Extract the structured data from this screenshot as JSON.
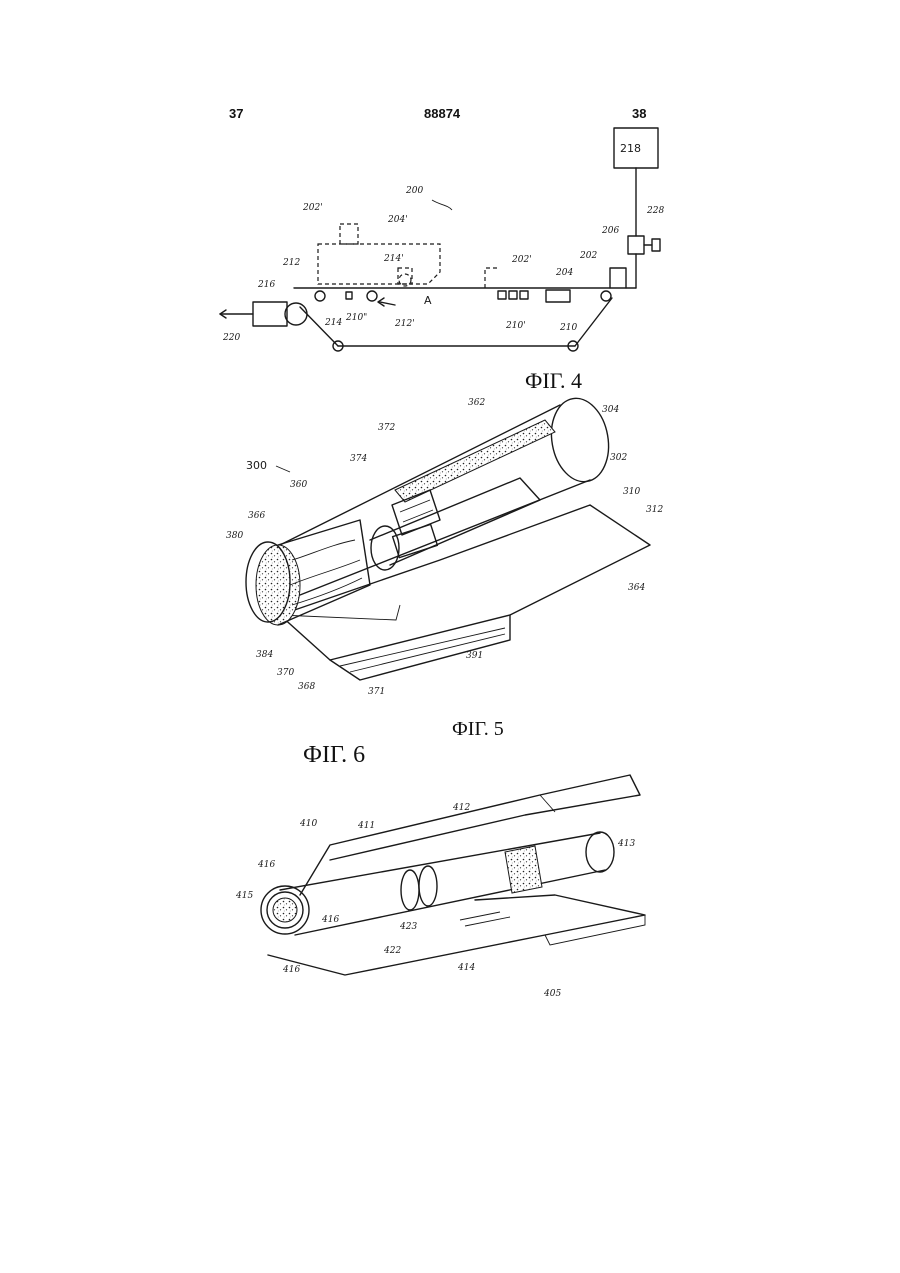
{
  "header": {
    "left_page": "37",
    "doc_number": "88874",
    "right_page": "38"
  },
  "figures": [
    {
      "caption": "ФІГ. 4",
      "labels": [
        "200",
        "202",
        "202'",
        "202'",
        "204",
        "204'",
        "206",
        "210",
        "210'",
        "210\"",
        "212",
        "212'",
        "214",
        "214'",
        "216",
        "218",
        "220",
        "228",
        "A"
      ]
    },
    {
      "caption": "ФІГ. 5",
      "labels": [
        "300",
        "302",
        "304",
        "310",
        "312",
        "360",
        "362",
        "364",
        "366",
        "368",
        "370",
        "371",
        "372",
        "374",
        "380",
        "384",
        "391"
      ]
    },
    {
      "caption": "ФІГ. 6",
      "labels": [
        "405",
        "410",
        "411",
        "412",
        "413",
        "414",
        "415",
        "416",
        "416",
        "416",
        "422",
        "423"
      ]
    }
  ]
}
